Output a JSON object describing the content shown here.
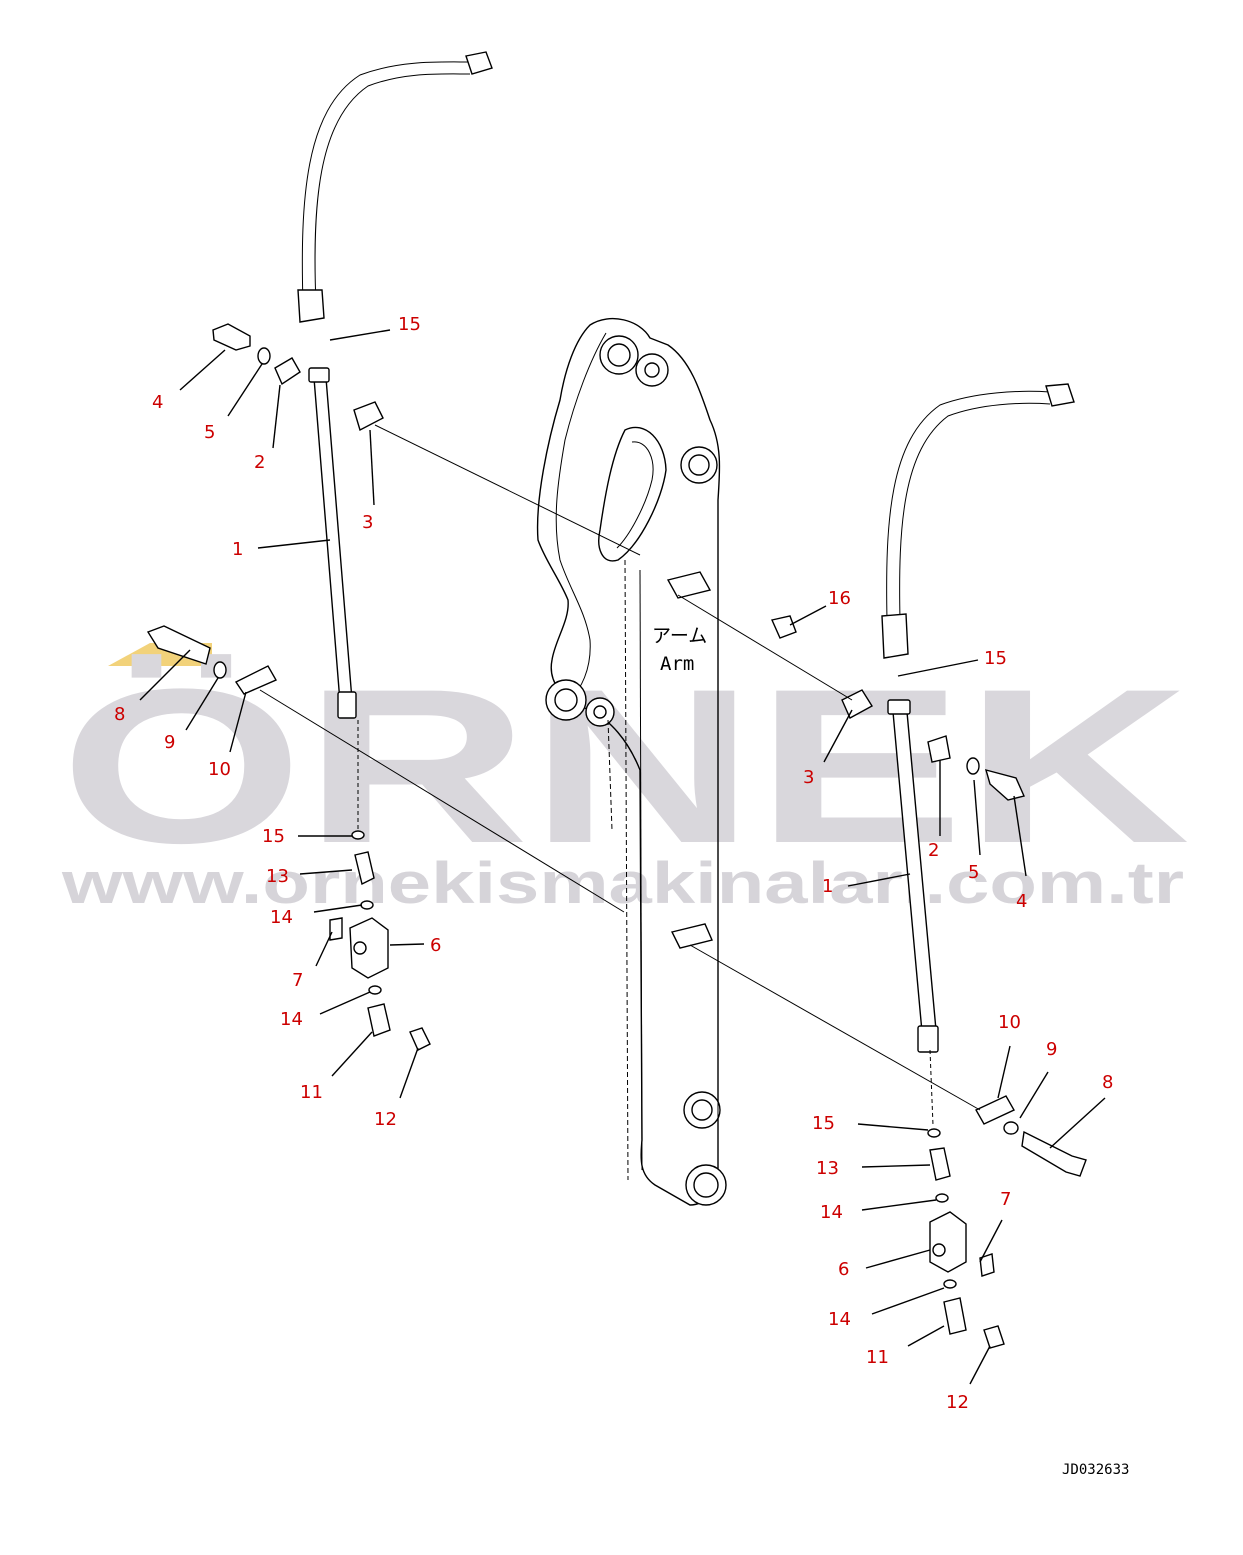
{
  "drawing": {
    "arm_label_jp": "アーム",
    "arm_label_en": "Arm",
    "doc_id": "JD032633"
  },
  "watermark": {
    "brand": "ÖRNEK",
    "url": "www.ornekismakinalari.com.tr",
    "color": "#d9d7dc",
    "accent": "#f2d27a"
  },
  "callouts": {
    "left": [
      "15",
      "4",
      "5",
      "2",
      "3",
      "1",
      "8",
      "9",
      "10",
      "15",
      "13",
      "14",
      "7",
      "6",
      "14",
      "11",
      "12"
    ],
    "right": [
      "16",
      "15",
      "3",
      "2",
      "5",
      "4",
      "1",
      "10",
      "9",
      "8",
      "15",
      "13",
      "14",
      "7",
      "6",
      "14",
      "11",
      "12"
    ]
  },
  "colors": {
    "callout": "#cc0000",
    "line": "#000000"
  }
}
